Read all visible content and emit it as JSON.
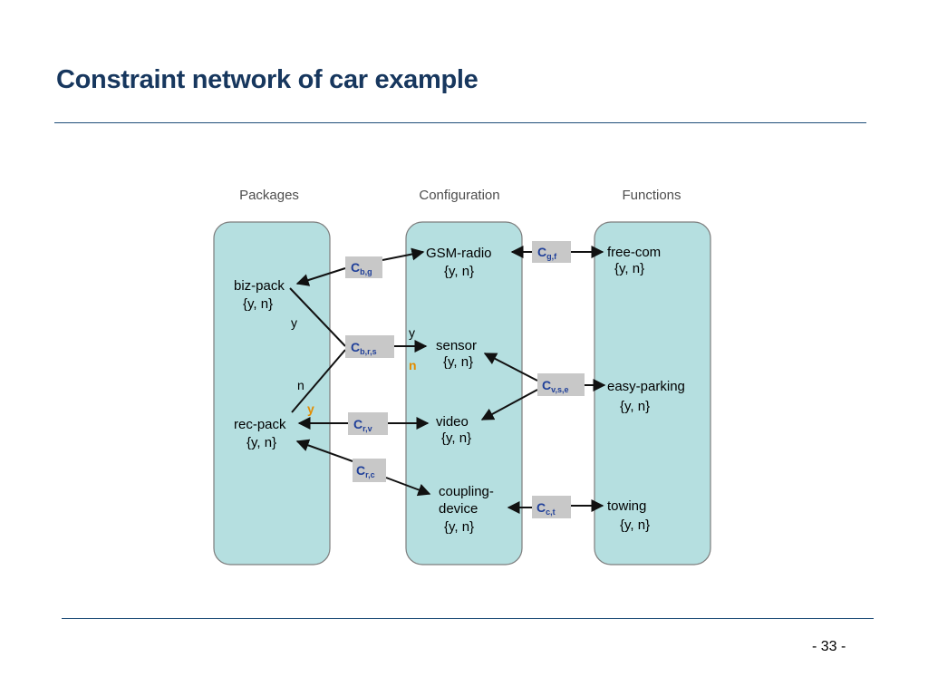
{
  "slide": {
    "title": "Constraint network of car example",
    "page_number": "- 33 -"
  },
  "diagram": {
    "columns": {
      "packages": "Packages",
      "configuration": "Configuration",
      "functions": "Functions"
    },
    "variables": {
      "biz_pack": {
        "name": "biz-pack",
        "domain": "{y, n}"
      },
      "rec_pack": {
        "name": "rec-pack",
        "domain": "{y, n}"
      },
      "gsm_radio": {
        "name": "GSM-radio",
        "domain": "{y, n}"
      },
      "sensor": {
        "name": "sensor",
        "domain": "{y, n}"
      },
      "video": {
        "name": "video",
        "domain": "{y, n}"
      },
      "coupling_device": {
        "name_line1": "coupling-",
        "name_line2": "device",
        "domain": "{y, n}"
      },
      "free_com": {
        "name": "free-com",
        "domain": "{y, n}"
      },
      "easy_parking": {
        "name": "easy-parking",
        "domain": "{y, n}"
      },
      "towing": {
        "name": "towing",
        "domain": "{y, n}"
      }
    },
    "constraints": {
      "c_bg": {
        "main": "C",
        "sub": "b,g"
      },
      "c_brs": {
        "main": "C",
        "sub": "b,r,s"
      },
      "c_rv": {
        "main": "C",
        "sub": "r,v"
      },
      "c_rc": {
        "main": "C",
        "sub": "r,c"
      },
      "c_gf": {
        "main": "C",
        "sub": "g,f"
      },
      "c_vse": {
        "main": "C",
        "sub": "v,s,e"
      },
      "c_ct": {
        "main": "C",
        "sub": "c,t"
      }
    },
    "edge_labels": {
      "biz_y": "y",
      "rec_n": "n",
      "rec_y": "y",
      "sensor_y": "y",
      "sensor_n": "n"
    },
    "colors": {
      "title": "#17375e",
      "panel": "#b5dfe0",
      "constraint_box": "#c8c8c8",
      "constraint_text": "#1f3f99",
      "highlight": "#e28c00"
    }
  }
}
